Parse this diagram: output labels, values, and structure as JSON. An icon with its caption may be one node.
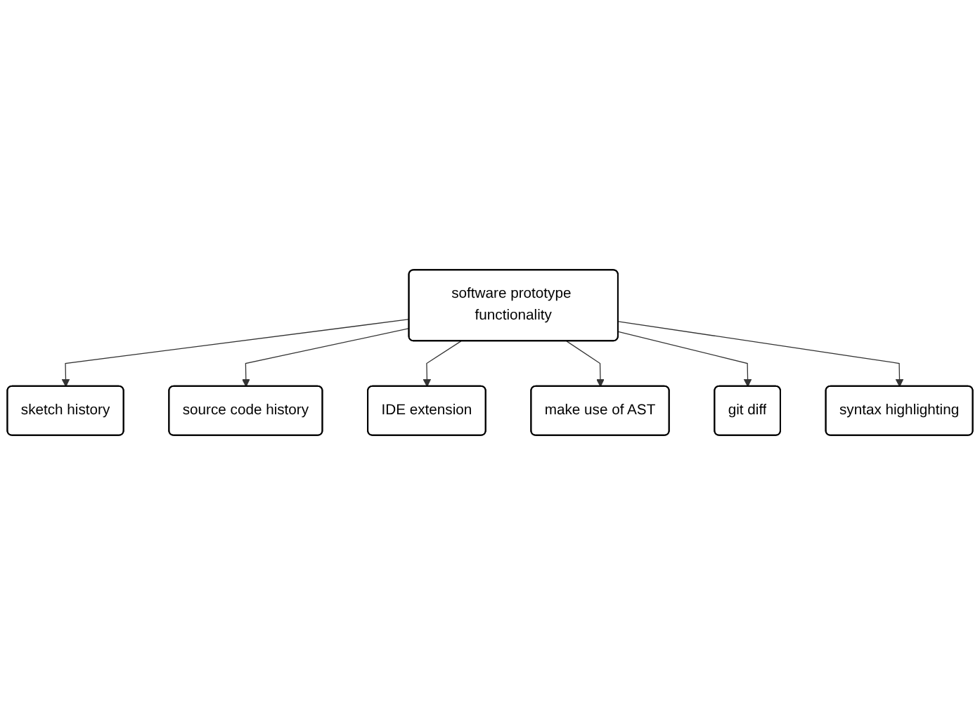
{
  "diagram": {
    "nodes": [
      {
        "text": [
          "sketch history"
        ]
      },
      {
        "text": [
          "source code history"
        ]
      },
      {
        "text": [
          "IDE extension"
        ]
      },
      {
        "text": [
          "software prototype functionality"
        ]
      },
      {
        "text": [
          "make use of AST"
        ]
      },
      {
        "text": [
          "git diff"
        ]
      },
      {
        "text": [
          "syntax highlighting"
        ]
      }
    ],
    "edges": [
      {
        "from": 3,
        "to": 0,
        "arrow": "to"
      },
      {
        "from": 3,
        "to": 1,
        "arrow": "to"
      },
      {
        "from": 3,
        "to": 2,
        "arrow": "to"
      },
      {
        "from": 3,
        "to": 4,
        "arrow": "to"
      },
      {
        "from": 3,
        "to": 5,
        "arrow": "to"
      },
      {
        "from": 3,
        "to": 6,
        "arrow": "to"
      }
    ]
  }
}
